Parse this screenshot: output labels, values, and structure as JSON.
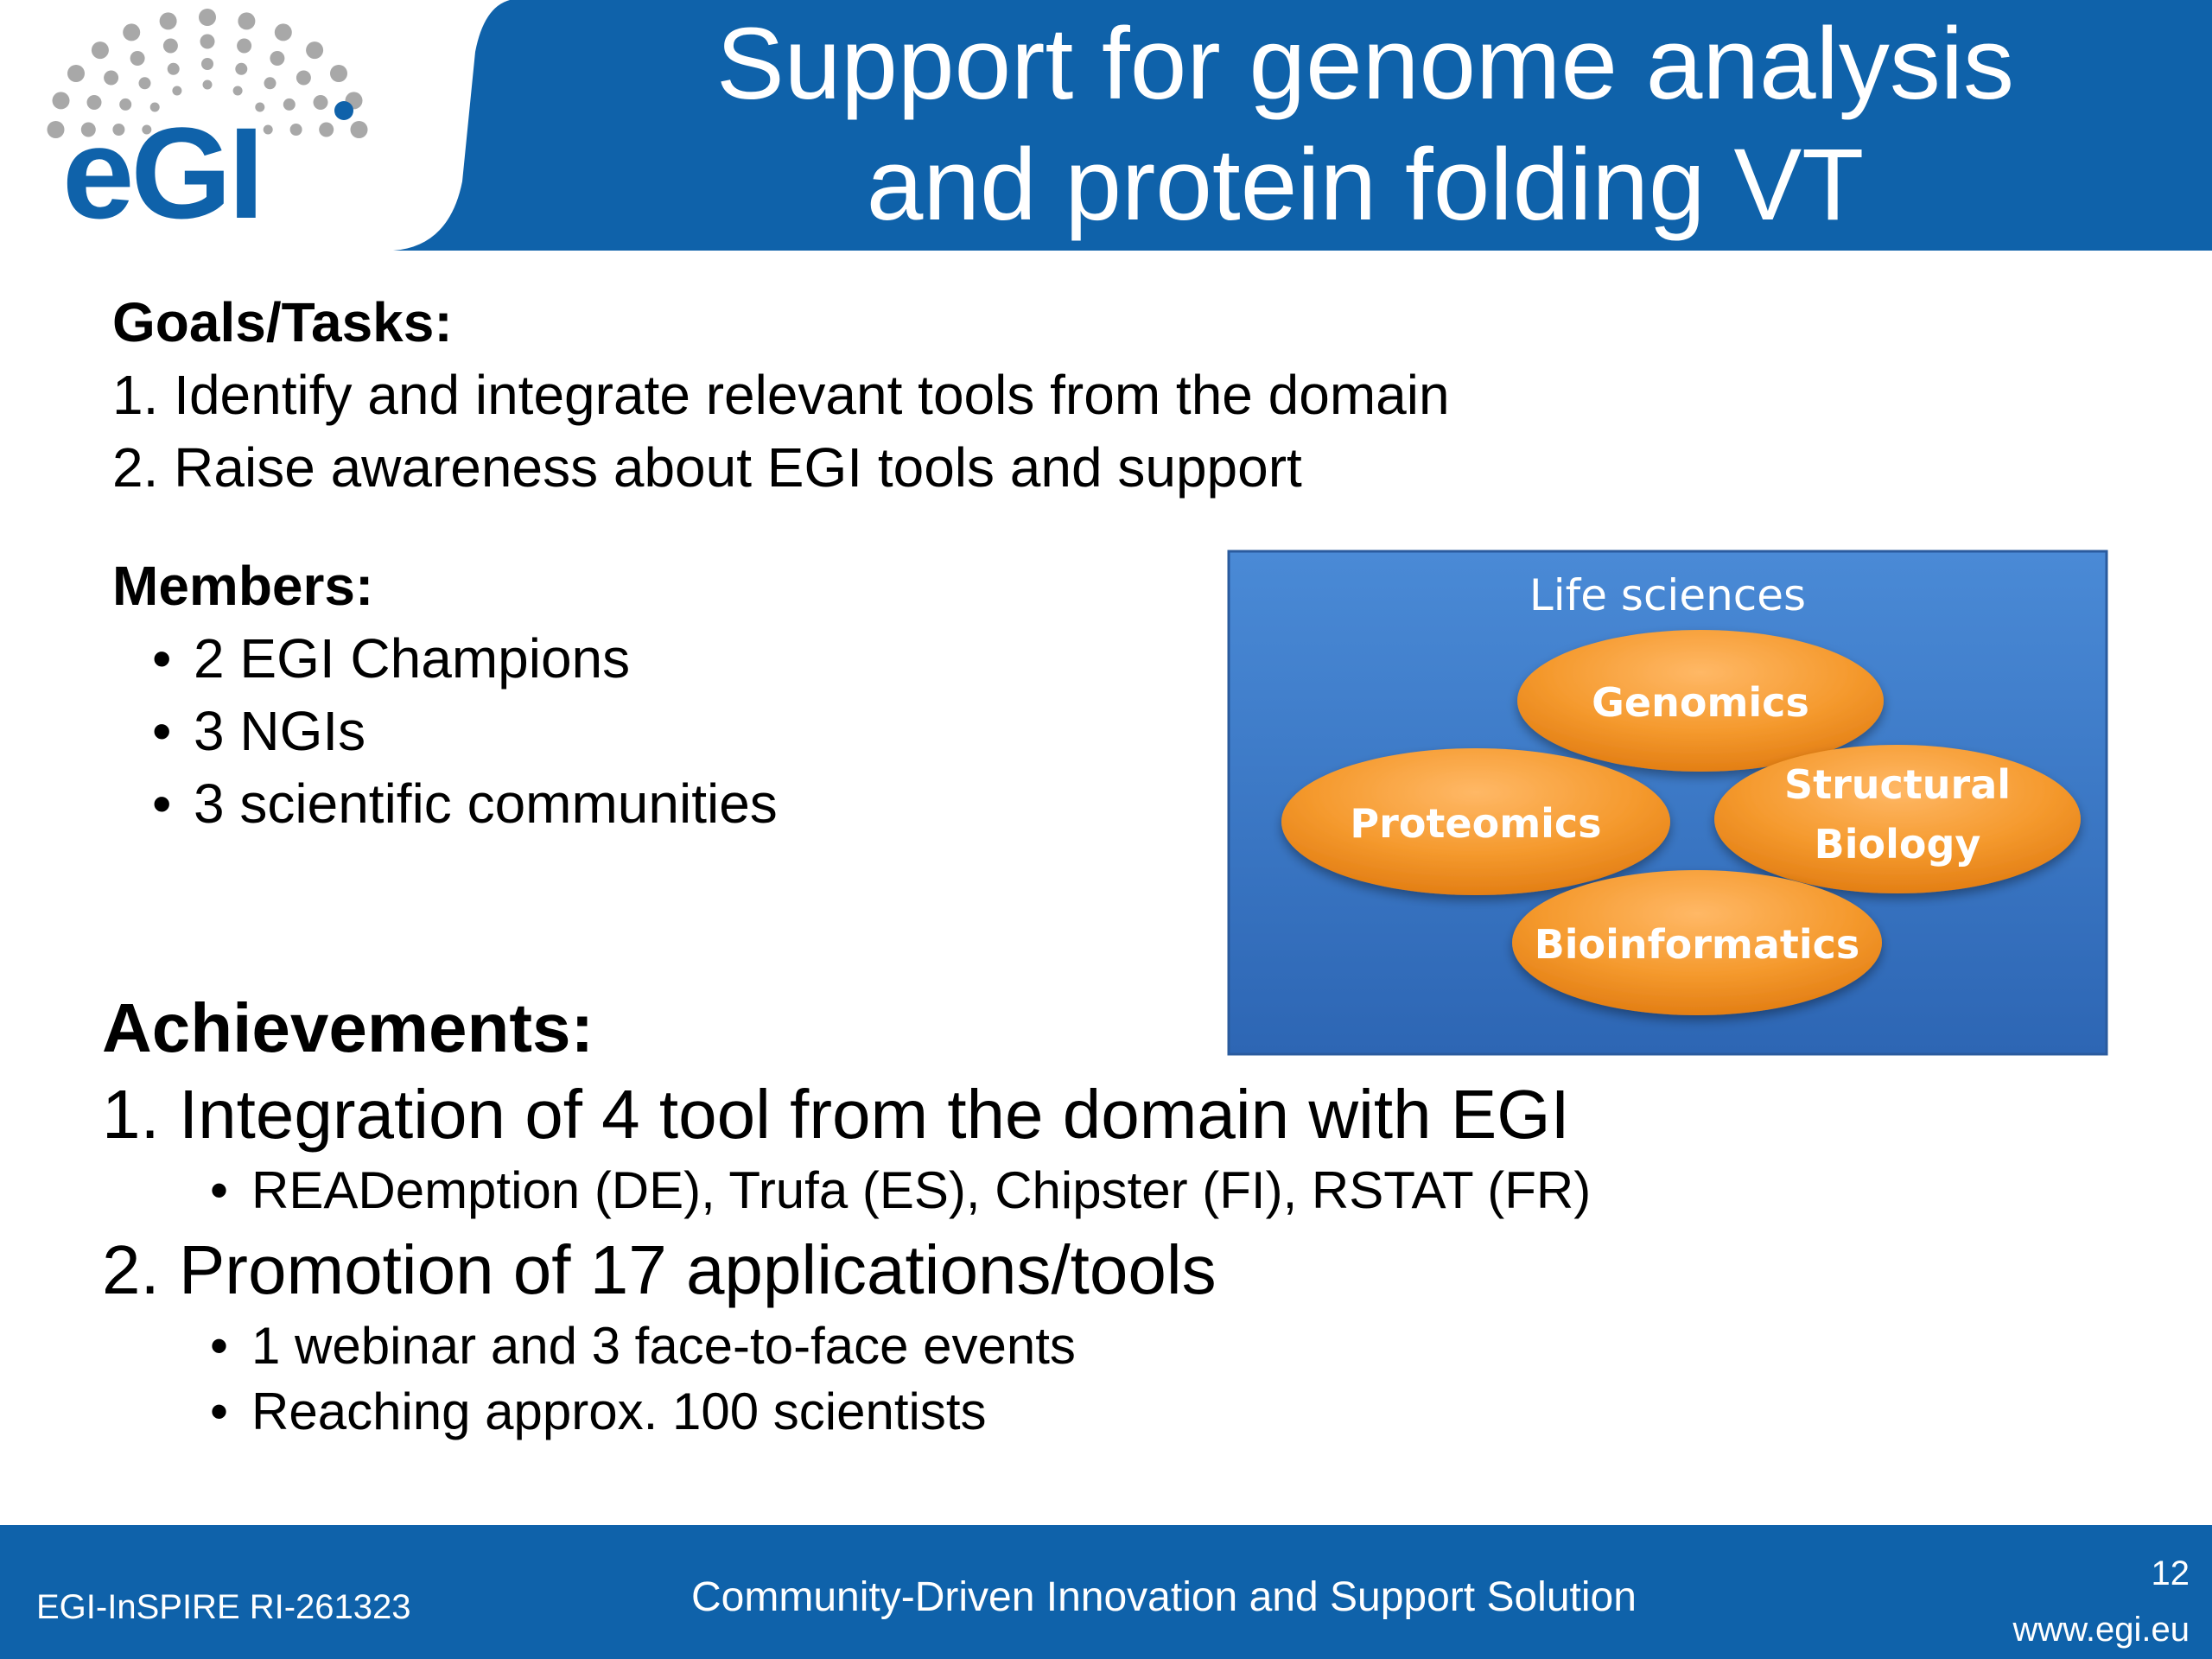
{
  "header": {
    "title_line1": "Support for genome analysis",
    "title_line2": "and protein folding VT",
    "logo_text": "eGI",
    "brand_color": "#0f62aa"
  },
  "goals": {
    "heading": "Goals/Tasks:",
    "items": [
      "1. Identify and integrate relevant tools from the domain",
      "2. Raise awareness about EGI tools and support"
    ]
  },
  "members": {
    "heading": "Members:",
    "items": [
      "2 EGI Champions",
      "3 NGIs",
      "3 scientific communities"
    ]
  },
  "diagram": {
    "title": "Life sciences",
    "nodes": {
      "genomics": "Genomics",
      "proteomics": "Proteomics",
      "structural_line1": "Structural",
      "structural_line2": "Biology",
      "bioinformatics": "Bioinformatics"
    }
  },
  "achievements": {
    "heading": "Achievements:",
    "item1": "1. Integration of 4 tool from the domain with EGI",
    "item1_sub": [
      "READemption (DE), Trufa (ES), Chipster (FI), RSTAT (FR)"
    ],
    "item2": "2. Promotion of 17 applications/tools",
    "item2_sub": [
      "1 webinar and 3 face-to-face events",
      "Reaching approx. 100 scientists"
    ]
  },
  "footer": {
    "left": "EGI-InSPIRE RI-261323",
    "center": "Community-Driven Innovation and Support Solution",
    "page": "12",
    "url": "www.egi.eu"
  }
}
